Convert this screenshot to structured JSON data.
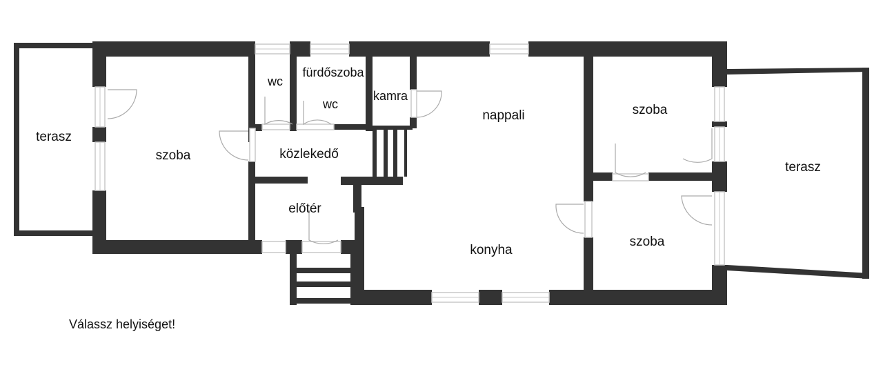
{
  "colors": {
    "wall": "#333333",
    "window": "#d8d8d8",
    "door": "#aaaaaa",
    "background": "#ffffff",
    "text": "#111111"
  },
  "rooms": {
    "terasz_left": "terasz",
    "szoba_left": "szoba",
    "wc_1": "wc",
    "furdoszoba": "fürdőszoba",
    "wc_2": "wc",
    "kamra": "kamra",
    "nappali": "nappali",
    "kozlekedo": "közlekedő",
    "eloter": "előtér",
    "konyha": "konyha",
    "szoba_upper_right": "szoba",
    "szoba_lower_right": "szoba",
    "terasz_right": "terasz"
  },
  "prompt": "Válassz helyiséget!"
}
